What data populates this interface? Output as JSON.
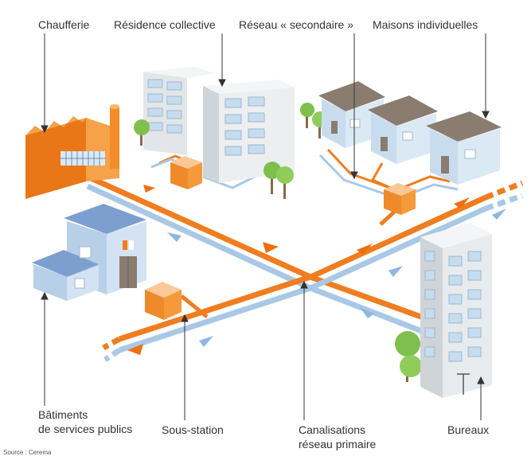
{
  "labels": {
    "chaufferie": "Chaufferie",
    "residence": "Résidence collective",
    "reseau_secondaire": "Réseau « secondaire »",
    "maisons": "Maisons individuelles",
    "batiments_line1": "Bâtiments",
    "batiments_line2": "de services publics",
    "sous_station": "Sous-station",
    "canalisations_line1": "Canalisations",
    "canalisations_line2": "réseau primaire",
    "bureaux": "Bureaux"
  },
  "source": "Source : Cerema",
  "colors": {
    "hot_pipe": "#f07d1f",
    "cold_pipe": "#a9c8e6",
    "hot_arrow": "#ee6f12",
    "cold_arrow": "#8db8e0",
    "substation": "#f59a3b",
    "boiler": "#f28c28",
    "house_wall": "#dbe9f5",
    "house_roof": "#8a7d70",
    "public_roof": "#7d9fcf",
    "building_wall": "#eceef0",
    "tree": "#7fbf4d",
    "leader": "#333333"
  }
}
